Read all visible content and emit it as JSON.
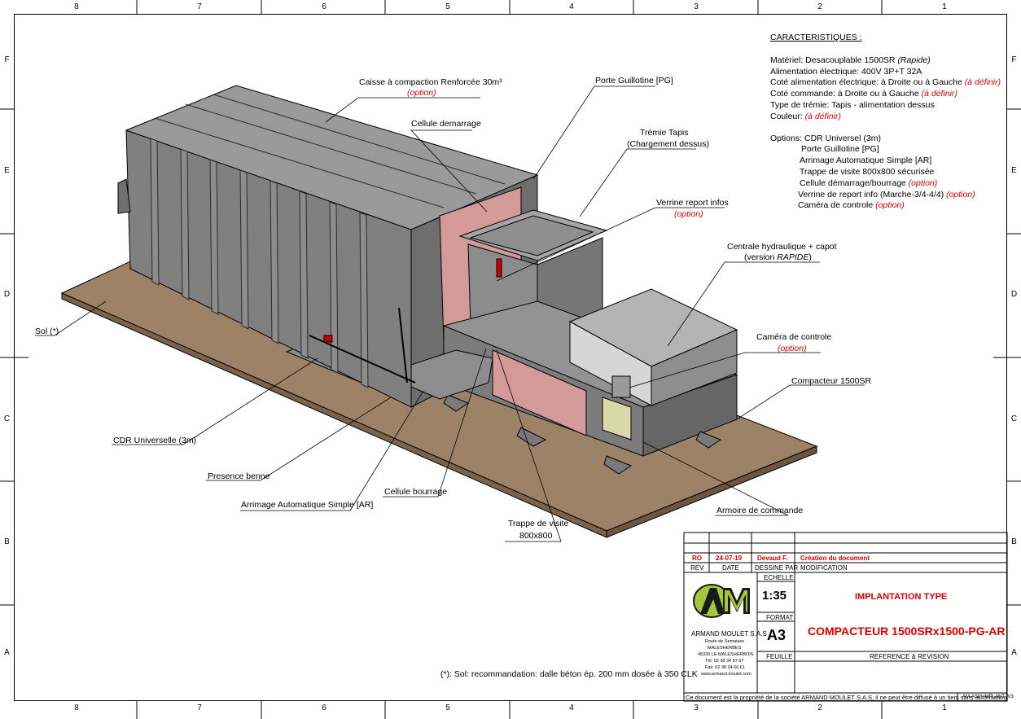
{
  "ruler": {
    "columns": [
      "8",
      "7",
      "6",
      "5",
      "4",
      "3",
      "2",
      "1"
    ],
    "rows": [
      "F",
      "E",
      "D",
      "C",
      "B",
      "A"
    ]
  },
  "labels": {
    "caisse": "Caisse à compaction Renforcée 30m³",
    "caisse_opt": "(option)",
    "porte": "Porte Guillotine [PG]",
    "cellule_dem": "Cellule demarrage",
    "tremie_1": "Trémie Tapis",
    "tremie_2": "(Chargement dessus)",
    "verrine": "Verrine report infos",
    "verrine_opt": "(option)",
    "centrale_1": "Centrale hydraulique + capot",
    "centrale_2a": "(version ",
    "centrale_2b": "RAPIDE",
    "centrale_2c": ")",
    "camera": "Caméra de controle",
    "camera_opt": "(option)",
    "compacteur": "Compacteur 1500SR",
    "sol": "Sol (*)",
    "cdr": "CDR Universelle (3m)",
    "presence": "Presence benne",
    "arrimage": "Arrimage Automatique Simple [AR]",
    "cellule_bourrage": "Cellule bourrage",
    "trappe_1": "Trappe de visite",
    "trappe_2": "800x800",
    "armoire": "Armoire de commande"
  },
  "specs": {
    "heading": "CARACTERISTIQUES :",
    "materiel": "Matériel: Desacouplable 1500SR ",
    "materiel_opt": "(Rapide)",
    "alim": "Alimentation électrique: 400V 3P+T 32A",
    "cote_alim": "Coté alimentation électrique: à Droite ou à Gauche ",
    "cote_alim_opt": "(à définir)",
    "cote_cmd": "Coté commande: à Droite ou à Gauche ",
    "cote_cmd_opt": "(à définir)",
    "tremie": "Type de trémie: Tapis - alimentation dessus",
    "couleur": "Couleur: ",
    "couleur_opt": "(à définir)",
    "options_hd": "Options:  CDR Universel (3m)",
    "opt1": "Porte Guillotine [PG]",
    "opt2": "Arrimage Automatique Simple [AR]",
    "opt3": "Trappe de visite 800x800 sécurisée",
    "opt4": "Cellule démarrage/bourrage ",
    "opt4_opt": "(option)",
    "opt5": "Verrine de report info (Marche-3/4-4/4) ",
    "opt5_opt": "(option)",
    "opt6": "Caméra de controle ",
    "opt6_opt": "(option)"
  },
  "footnote": "(*): Sol: recommandation: dalle béton ép. 200 mm dosée à 350 CLK",
  "titleblock": {
    "rev": "RO",
    "date": "24-07-19",
    "author": "Devaud F.",
    "modif": "Création du document",
    "h_rev": "REV",
    "h_date": "DATE",
    "h_dessine": "DESSINE PAR",
    "h_modif": "MODIFICATION",
    "h_echelle": "ECHELLE",
    "echelle": "1:35",
    "h_format": "FORMAT",
    "format": "A3",
    "h_feuille": "FEUILLE",
    "title1": "IMPLANTATION TYPE",
    "title2": "COMPACTEUR 1500SRx1500-PG-AR",
    "ref": "REFERENCE & REVISION",
    "company": "ARMAND MOULET S.A.S",
    "addr1": "Route de Semaises",
    "addr2": "MALESHERBES",
    "addr3": "45330 LE MALESHERBOIS",
    "tel": "Tél: 02 38 34 57 67",
    "fax": "Fax: 02 38 34 66 61",
    "web": "www.armand.moulet.com",
    "logo": "AM",
    "disclaimer": "Ce document est la propriété de la société ARMAND MOULET S.A.S, il ne peut être diffusé à un tiers sans autorisation.",
    "code": "AM-ASM-IMPLANT_V3"
  },
  "colors": {
    "floor": "#9c8267",
    "container": "#7f7f7f",
    "accent_red": "#e00000",
    "pink_panel": "#d49a9a",
    "logo_green": "#a3c93a"
  }
}
